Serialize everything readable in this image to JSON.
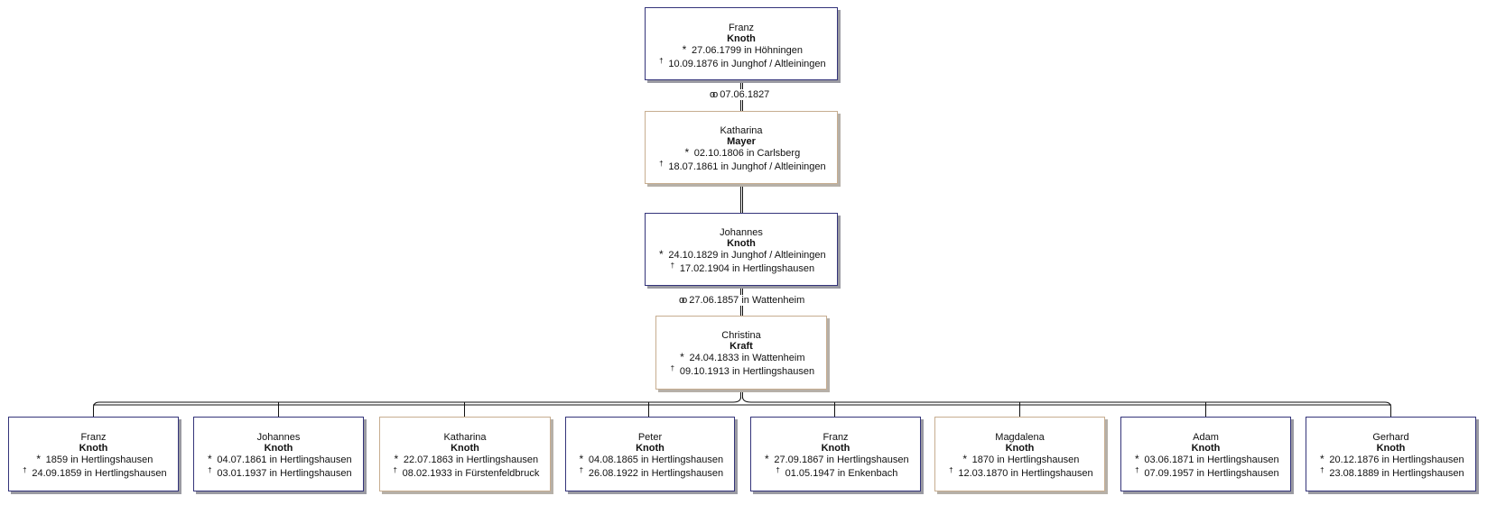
{
  "symbols": {
    "birth": "*",
    "death": "†",
    "marriage": "oo"
  },
  "ancestors": [
    {
      "key": "franz",
      "first": "Franz",
      "last": "Knoth",
      "sex": "m",
      "born": "27.06.1799 in Höhningen",
      "died": "10.09.1876 in Junghof / Altleiningen"
    },
    {
      "key": "katharina",
      "first": "Katharina",
      "last": "Mayer",
      "sex": "f",
      "born": "02.10.1806 in Carlsberg",
      "died": "18.07.1861 in Junghof / Altleiningen"
    },
    {
      "key": "johannes",
      "first": "Johannes",
      "last": "Knoth",
      "sex": "m",
      "born": "24.10.1829 in Junghof / Altleiningen",
      "died": "17.02.1904 in Hertlingshausen"
    },
    {
      "key": "christina",
      "first": "Christina",
      "last": "Kraft",
      "sex": "f",
      "born": "24.04.1833 in Wattenheim",
      "died": "09.10.1913 in Hertlingshausen"
    }
  ],
  "marriages": [
    {
      "text": "07.06.1827"
    },
    {
      "text": "27.06.1857 in Wattenheim"
    }
  ],
  "children": [
    {
      "first": "Franz",
      "last": "Knoth",
      "sex": "m",
      "born": "1859 in Hertlingshausen",
      "died": "24.09.1859 in Hertlingshausen"
    },
    {
      "first": "Johannes",
      "last": "Knoth",
      "sex": "m",
      "born": "04.07.1861 in Hertlingshausen",
      "died": "03.01.1937 in Hertlingshausen"
    },
    {
      "first": "Katharina",
      "last": "Knoth",
      "sex": "f",
      "born": "22.07.1863 in Hertlingshausen",
      "died": "08.02.1933 in Fürstenfeldbruck"
    },
    {
      "first": "Peter",
      "last": "Knoth",
      "sex": "m",
      "born": "04.08.1865 in Hertlingshausen",
      "died": "26.08.1922 in Hertlingshausen"
    },
    {
      "first": "Franz",
      "last": "Knoth",
      "sex": "m",
      "born": "27.09.1867 in Hertlingshausen",
      "died": "01.05.1947 in Enkenbach"
    },
    {
      "first": "Magdalena",
      "last": "Knoth",
      "sex": "f",
      "born": "1870 in Hertlingshausen",
      "died": "12.03.1870 in Hertlingshausen"
    },
    {
      "first": "Adam",
      "last": "Knoth",
      "sex": "m",
      "born": "03.06.1871 in Hertlingshausen",
      "died": "07.09.1957 in Hertlingshausen"
    },
    {
      "first": "Gerhard",
      "last": "Knoth",
      "sex": "m",
      "born": "20.12.1876 in Hertlingshausen",
      "died": "23.08.1889 in Hertlingshausen"
    }
  ]
}
